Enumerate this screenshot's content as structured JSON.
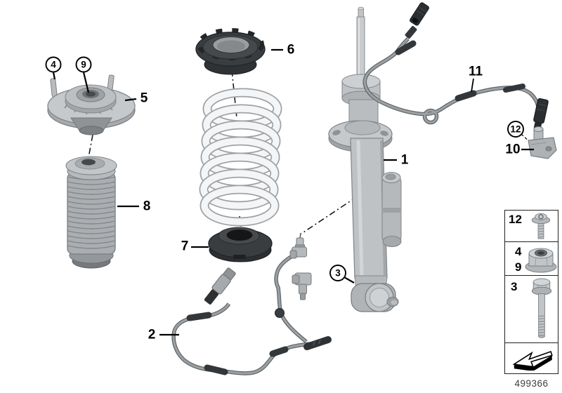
{
  "diagram": {
    "type": "parts-diagram",
    "subject": "rear spring strut, shock absorber, coil spring and sensors"
  },
  "callouts": {
    "n1": "1",
    "n2": "2",
    "n3": "3",
    "n4": "4",
    "n5": "5",
    "n6": "6",
    "n7": "7",
    "n8": "8",
    "n9": "9",
    "n10": "10",
    "n11": "11",
    "n12": "12"
  },
  "legend": {
    "rows": [
      {
        "label_top": "12",
        "label_bottom": "",
        "icon": "flange-bolt-short"
      },
      {
        "label_top": "4",
        "label_bottom": "9",
        "icon": "flange-nut"
      },
      {
        "label_top": "3",
        "label_bottom": "",
        "icon": "flange-bolt-long"
      },
      {
        "label_top": "",
        "label_bottom": "",
        "icon": "direction-arrow"
      }
    ]
  },
  "footer": {
    "diagram_number": "499366"
  },
  "colors": {
    "background": "#ffffff",
    "line": "#000000",
    "metal": "#c2c5c8",
    "rubber": "#3a3d40"
  }
}
